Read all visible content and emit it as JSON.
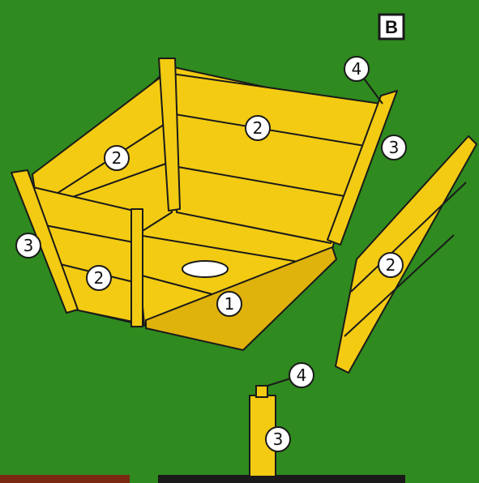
{
  "panel_letter": "B",
  "colors": {
    "background": "#2f8a1f",
    "wood": "#f3cb12",
    "wood_shade": "#e0b20c",
    "outline": "#1a1a1a",
    "label_fill": "#ffffff"
  },
  "labels": {
    "base": "1",
    "back_board": "2",
    "left_board": "2",
    "front_board": "2",
    "loose_panel_board": "2",
    "left_post_side": "3",
    "right_post_side": "3",
    "loose_post_side": "3",
    "right_post_top": "4",
    "loose_post_top": "4"
  }
}
